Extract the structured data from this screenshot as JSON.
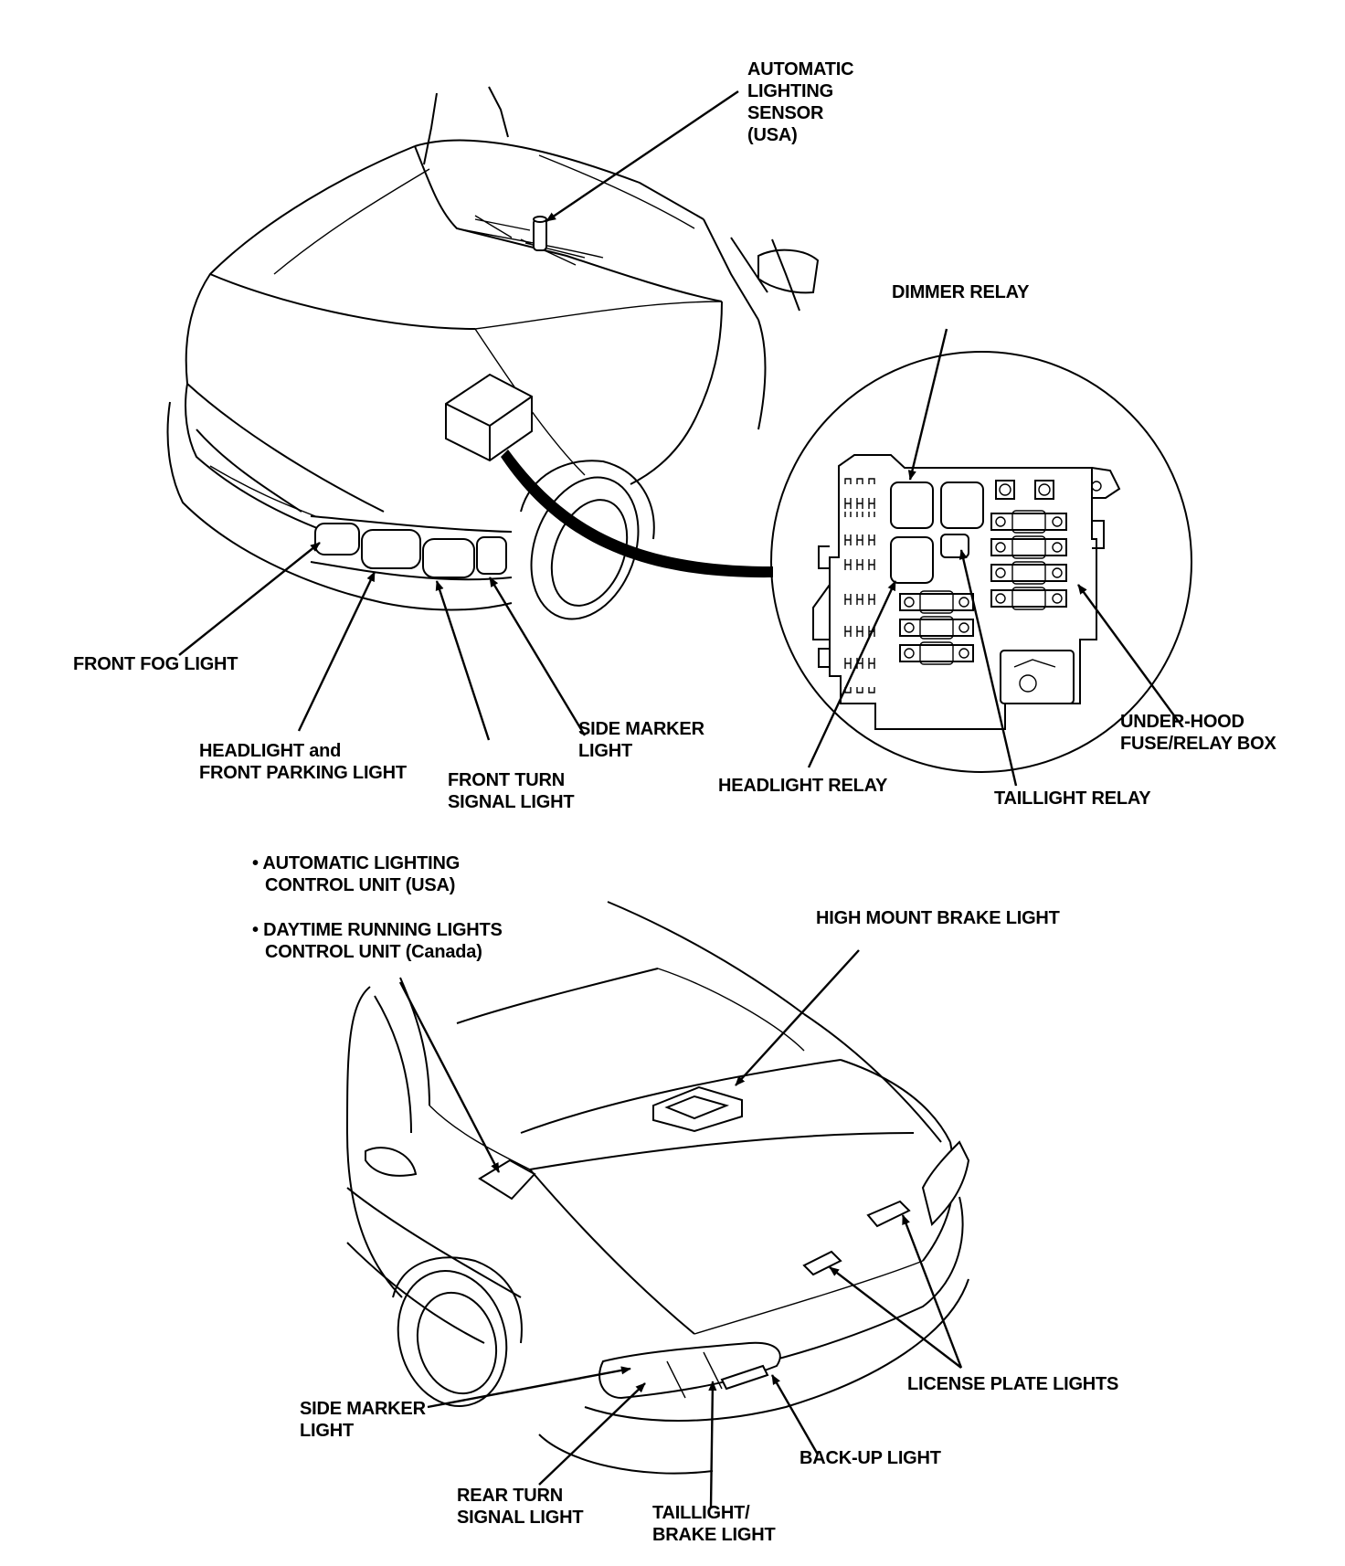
{
  "labels": {
    "auto_sensor": [
      "AUTOMATIC",
      "LIGHTING",
      "SENSOR",
      "(USA)"
    ],
    "dimmer_relay": [
      "DIMMER RELAY"
    ],
    "front_fog": [
      "FRONT FOG LIGHT"
    ],
    "headlight_parking": [
      "HEADLIGHT and",
      "FRONT PARKING LIGHT"
    ],
    "front_turn": [
      "FRONT TURN",
      "SIGNAL LIGHT"
    ],
    "side_marker_front": [
      "SIDE MARKER",
      "LIGHT"
    ],
    "headlight_relay": [
      "HEADLIGHT RELAY"
    ],
    "taillight_relay": [
      "TAILLIGHT RELAY"
    ],
    "fuse_box": [
      "UNDER-HOOD",
      "FUSE/RELAY BOX"
    ],
    "control_unit_usa": [
      "• AUTOMATIC LIGHTING",
      "CONTROL UNIT (USA)"
    ],
    "control_unit_canada": [
      "• DAYTIME RUNNING LIGHTS",
      "CONTROL UNIT (Canada)"
    ],
    "high_mount": [
      "HIGH MOUNT BRAKE LIGHT"
    ],
    "license_plate": [
      "LICENSE PLATE LIGHTS"
    ],
    "side_marker_rear": [
      "SIDE MARKER",
      "LIGHT"
    ],
    "backup": [
      "BACK-UP LIGHT"
    ],
    "rear_turn": [
      "REAR TURN",
      "SIGNAL LIGHT"
    ],
    "taillight_brake": [
      "TAILLIGHT/",
      "BRAKE LIGHT"
    ]
  }
}
